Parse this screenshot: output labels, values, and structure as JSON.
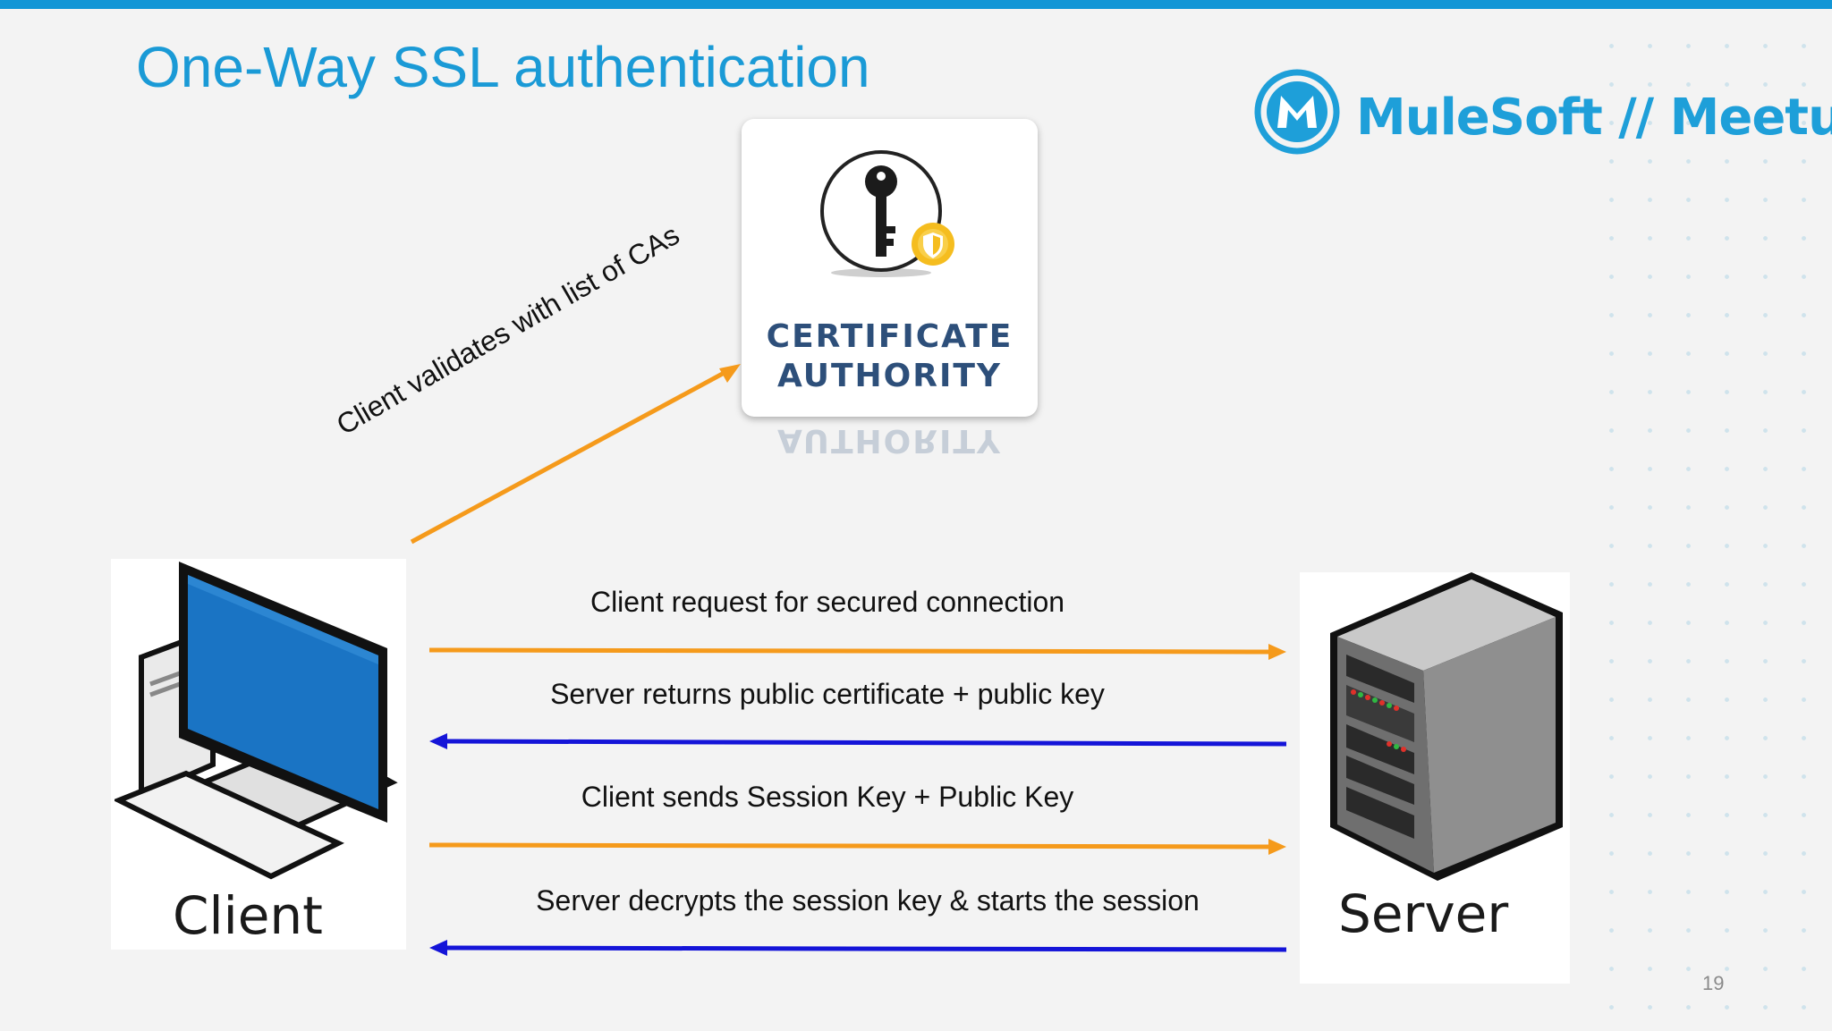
{
  "slide": {
    "title": "One-Way SSL authentication",
    "page_number": "19"
  },
  "logo": {
    "text": "MuleSoft // Meetups",
    "icon": "mulesoft-m-icon"
  },
  "ca": {
    "line1": "CERTIFICATE",
    "line2": "AUTHORITY",
    "icon": "key-shield-icon"
  },
  "client": {
    "label": "Client",
    "icon": "desktop-computer-icon"
  },
  "server": {
    "label": "Server",
    "icon": "server-tower-icon"
  },
  "ca_arrow_label": "Client validates with list of CAs",
  "messages": [
    {
      "text": "Client request for secured connection",
      "direction": "client-to-server",
      "color": "#f59a1b"
    },
    {
      "text": "Server returns public certificate + public key",
      "direction": "server-to-client",
      "color": "#1414d8"
    },
    {
      "text": "Client sends Session Key + Public Key",
      "direction": "client-to-server",
      "color": "#f59a1b"
    },
    {
      "text": "Server decrypts the session key & starts the session",
      "direction": "server-to-client",
      "color": "#1414d8"
    }
  ],
  "colors": {
    "accent": "#1a9ad6",
    "orange_arrow": "#f59a1b",
    "blue_arrow": "#1414d8"
  }
}
